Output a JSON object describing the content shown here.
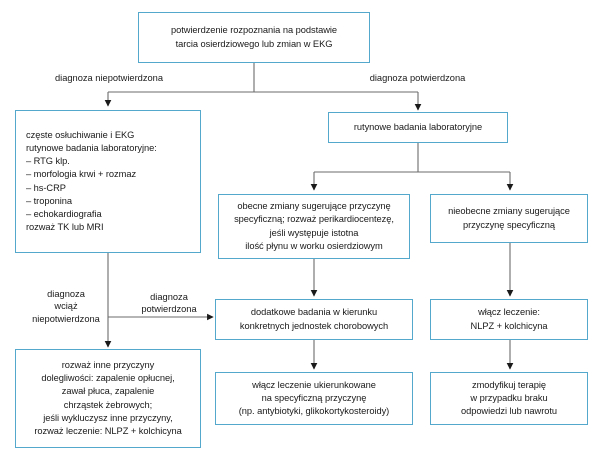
{
  "diagram": {
    "title_text": "potwierdzenie rozpoznania na podstawie\ntarcia osierdziowego lub zmian w EKG",
    "accent_color": "#54A8CC",
    "line_color": "#4d4d4d",
    "text_color": "#1a1a1a",
    "nodes": {
      "root": "potwierdzenie rozpoznania na podstawie\ntarcia osierdziowego lub zmian w EKG",
      "workup_left": "częste osłuchiwanie i EKG\nrutynowe badania laboratoryjne:\n– RTG klp.\n– morfologia krwi + rozmaz\n– hs-CRP\n– troponina\n– echokardiografia\nrozważ TK lub MRI",
      "routine_labs": "rutynowe badania laboratoryjne",
      "specific_present": "obecne zmiany sugerujące przyczynę\nspecyficzną; rozważ perikardiocentezę,\njeśli występuje istotna\nilość płynu w worku osierdziowym",
      "specific_absent": "nieobecne zmiany sugerujące\nprzyczynę specyficzną",
      "additional_tests": "dodatkowe badania w kierunku\nkonkretnych jednostek chorobowych",
      "start_treatment": "włącz leczenie:\nNLPZ + kolchicyna",
      "other_causes": "rozważ inne przyczyny\ndolegliwości: zapalenie opłucnej,\nzawał płuca, zapalenie\nchrząstek żebrowych;\njeśli wykluczysz inne przyczyny,\nrozważ leczenie: NLPZ + kolchicyna",
      "targeted_treatment": "włącz leczenie ukierunkowane\nna specyficzną przyczynę\n(np. antybiotyki, glikokortykosteroidy)",
      "modify_therapy": "zmodyfikuj terapię\nw przypadku braku\nodpowiedzi lub nawrotu"
    },
    "edge_labels": {
      "not_confirmed": "diagnoza niepotwierdzona",
      "confirmed": "diagnoza potwierdzona",
      "still_not_confirmed": "diagnoza\nwciąż\nniepotwierdzona",
      "confirmed_lower": "diagnoza\npotwierdzona"
    }
  }
}
